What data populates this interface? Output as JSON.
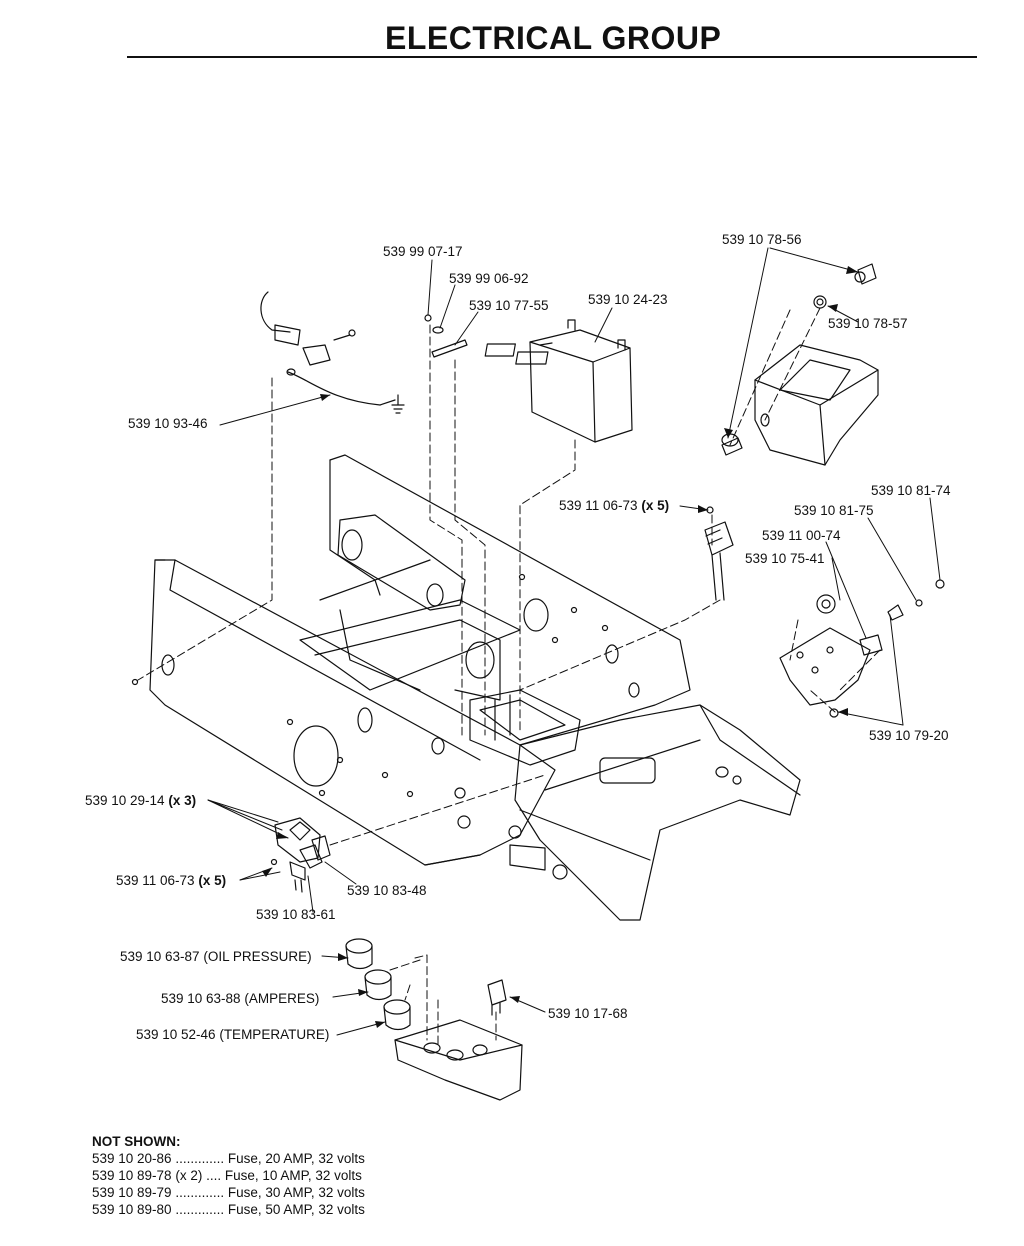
{
  "title": "ELECTRICAL GROUP",
  "callouts": [
    {
      "part": "539 99 07-17",
      "qty": ""
    },
    {
      "part": "539 99 06-92",
      "qty": ""
    },
    {
      "part": "539 10 77-55",
      "qty": ""
    },
    {
      "part": "539 10 24-23",
      "qty": ""
    },
    {
      "part": "539 10 78-56",
      "qty": ""
    },
    {
      "part": "539 10 78-57",
      "qty": ""
    },
    {
      "part": "539 10 93-46",
      "qty": ""
    },
    {
      "part": "539 11 06-73",
      "qty": "(x 5)"
    },
    {
      "part": "539 10 81-74",
      "qty": ""
    },
    {
      "part": "539 10 81-75",
      "qty": ""
    },
    {
      "part": "539 11 00-74",
      "qty": ""
    },
    {
      "part": "539 10 75-41",
      "qty": ""
    },
    {
      "part": "539 10 79-20",
      "qty": ""
    },
    {
      "part": "539 10 29-14",
      "qty": "(x 3)"
    },
    {
      "part": "539 11 06-73",
      "qty": "(x 5)"
    },
    {
      "part": "539 10 83-48",
      "qty": ""
    },
    {
      "part": "539 10 83-61",
      "qty": ""
    },
    {
      "part": "539 10 63-87 (OIL PRESSURE)",
      "qty": ""
    },
    {
      "part": "539 10 63-88 (AMPERES)",
      "qty": ""
    },
    {
      "part": "539 10 52-46 (TEMPERATURE)",
      "qty": ""
    },
    {
      "part": "539 10 17-68",
      "qty": ""
    }
  ],
  "not_shown": {
    "heading": "NOT SHOWN:",
    "items": [
      {
        "part": "539 10 20-86",
        "leader": " ............. ",
        "desc": "Fuse, 20 AMP, 32 volts"
      },
      {
        "part": "539 10 89-78 (x 2)",
        "leader": " .... ",
        "desc": "Fuse, 10 AMP, 32 volts"
      },
      {
        "part": "539 10 89-79",
        "leader": " ............. ",
        "desc": "Fuse, 30 AMP, 32 volts"
      },
      {
        "part": "539 10 89-80",
        "leader": " ............. ",
        "desc": "Fuse, 50 AMP, 32 volts"
      }
    ]
  }
}
